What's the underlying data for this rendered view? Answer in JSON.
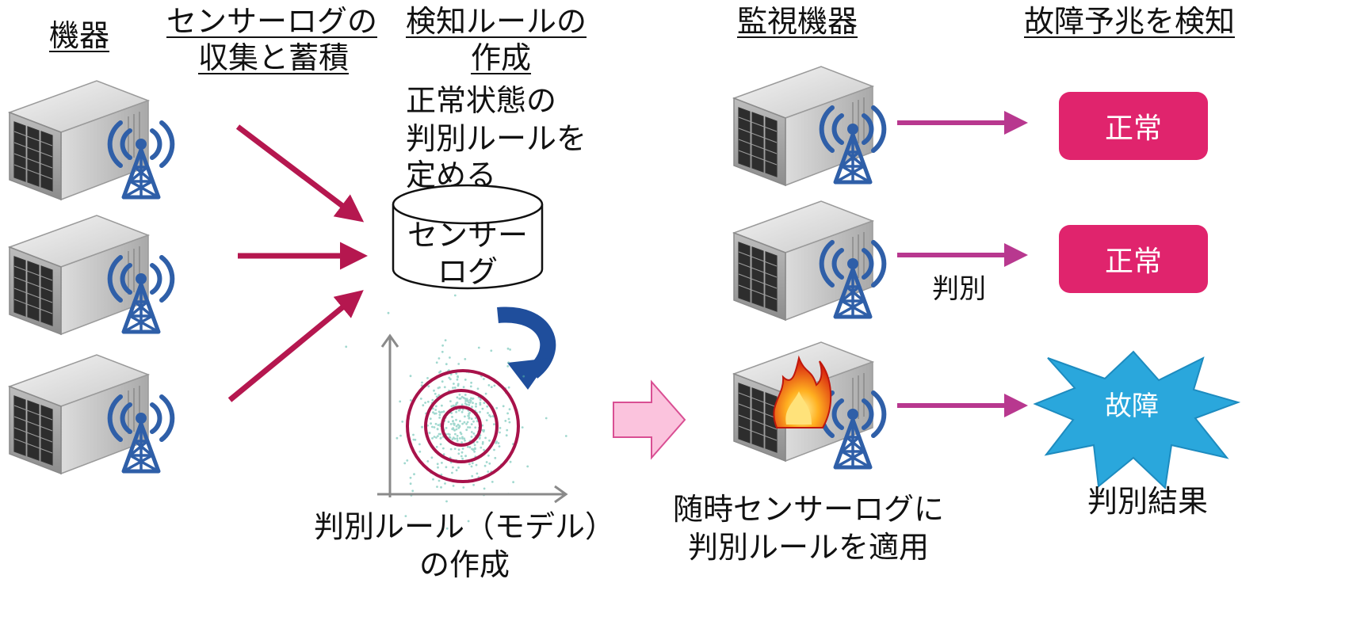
{
  "headers": {
    "devices": "機器",
    "collect_line1": "センサーログの",
    "collect_line2": "収集と蓄積",
    "rule_line1": "検知ルールの",
    "rule_line2": "作成",
    "monitor": "監視機器",
    "detect": "故障予兆を検知"
  },
  "rule_desc": [
    "正常状態の",
    "判別ルールを",
    "定める"
  ],
  "database": {
    "line1": "センサー",
    "line2": "ログ"
  },
  "model_caption": {
    "line1": "判別ルール（モデル）",
    "line2": "の作成"
  },
  "apply_caption": {
    "line1": "随時センサーログに",
    "line2": "判別ルールを適用"
  },
  "judge_label": "判別",
  "results": {
    "normal1": "正常",
    "normal2": "正常",
    "failure": "故障",
    "caption": "判別結果"
  },
  "colors": {
    "arrow_crimson": "#b5174f",
    "arrow_magenta": "#b8388f",
    "badge_pink": "#e0246d",
    "burst_blue": "#2aa7dc",
    "curved_arrow": "#1f4e9c",
    "big_arrow_fill": "#fbc3dd",
    "ring_color": "#a8124a",
    "dot_color": "#56b9a8"
  }
}
